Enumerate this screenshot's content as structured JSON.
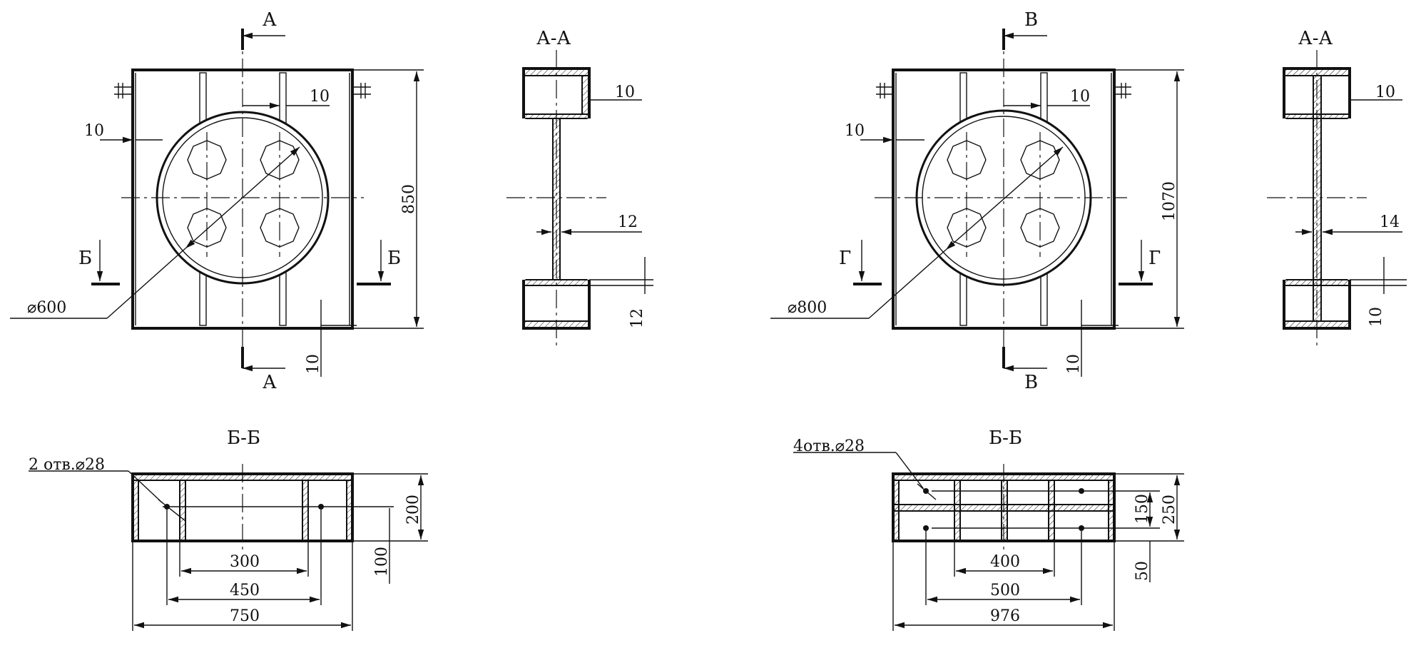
{
  "drawings": {
    "left": {
      "front": {
        "section_top_letter": "А",
        "section_bottom_letter": "А",
        "section_left_letter": "Б",
        "section_right_letter": "Б",
        "dim_left_plate": "10",
        "dim_top_plate": "10",
        "dim_height": "850",
        "dim_bottom": "10",
        "dim_diameter": "⌀600"
      },
      "side": {
        "title": "А-А",
        "dim_top": "10",
        "dim_web": "12",
        "dim_bottom": "12"
      },
      "bottom": {
        "title": "Б-Б",
        "holes_note": "2 отв.⌀28",
        "dim_height": "200",
        "dim_hole_height": "100",
        "dim_inner": "300",
        "dim_holes": "450",
        "dim_total": "750"
      }
    },
    "right": {
      "front": {
        "section_top_letter": "В",
        "section_bottom_letter": "В",
        "section_left_letter": "Г",
        "section_right_letter": "Г",
        "dim_left_plate": "10",
        "dim_top_plate": "10",
        "dim_height": "1070",
        "dim_bottom": "10",
        "dim_diameter": "⌀800"
      },
      "side": {
        "title": "А-А",
        "dim_top": "10",
        "dim_web": "14",
        "dim_bottom": "10"
      },
      "bottom": {
        "title": "Б-Б",
        "holes_note": "4отв.⌀28",
        "dim_height": "250",
        "dim_mid": "150",
        "dim_hole_height": "50",
        "dim_inner": "400",
        "dim_holes": "500",
        "dim_total": "976"
      }
    }
  }
}
